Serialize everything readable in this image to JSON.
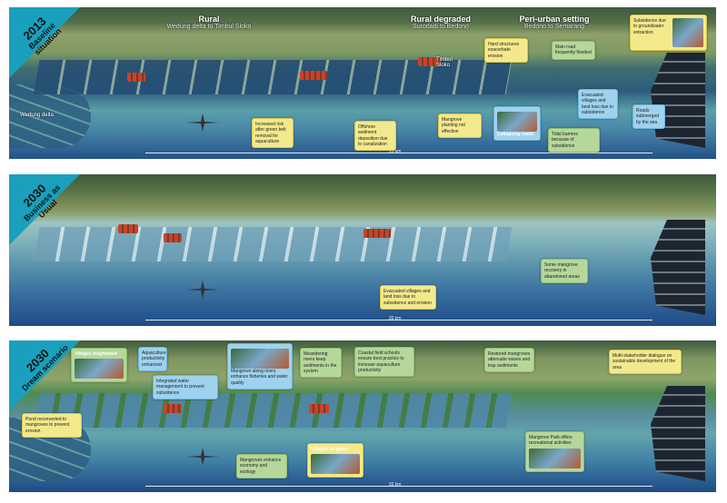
{
  "panels": [
    {
      "year": "2013",
      "scenario": "Baseline situation",
      "regions": [
        {
          "title": "Rural",
          "subtitle": "Wedung delta to Timbul Sloko"
        },
        {
          "title": "Rural degraded",
          "subtitle": "Surodadi to Bedono"
        },
        {
          "title": "Peri-urban setting",
          "subtitle": "Bedono to Semarang"
        }
      ],
      "place_labels": [
        "Wedung delta",
        "Timbul Sloko"
      ],
      "callouts": [
        "Increased risk after green belt removal for aquaculture",
        "Offshore sediment deposition due to canalization",
        "Hard structures exacerbate erosion",
        "Main road frequently flooded",
        "Subsidence due to groundwater extraction",
        "Mangrove planting not effective",
        "Collapsing roads",
        "Tidal barriers because of subsidence",
        "Evacuated villages and land loss due to subsidence",
        "Roads submerged by the sea"
      ],
      "scale": "20 km"
    },
    {
      "year": "2030",
      "scenario": "Business as Usual",
      "callouts": [
        "Evacuated villages and land loss due to subsidence and erosion",
        "Some mangrove recovery in abandoned areas"
      ],
      "scale": "20 km"
    },
    {
      "year": "2030",
      "scenario": "Dream scenario",
      "callouts": [
        "Villages heightened",
        "Aquaculture productivity enhanced",
        "Integrated water management to prevent subsidence",
        "Mangrove along rivers enhance fisheries and water quality",
        "Meandering rivers keep sediments in the system",
        "Coastal field schools ensure best practice to increase aquaculture productivity",
        "Restored mangroves attenuate waves and trap sediments",
        "Multi-stakeholder dialogue on sustainable development of the area",
        "Pond reconverted to mangroves to prevent erosion",
        "Mangroves enhance economy and ecology",
        "Villages on poles",
        "Mangrove Park offers recreational activities"
      ],
      "scale": "20 km"
    }
  ],
  "colors": {
    "corner": "#1aa0bd",
    "callout_yellow": "#f3e98c",
    "callout_green": "#b6d79a",
    "callout_blue": "#9fd2ee"
  },
  "icons": [
    "compass-rose-icon"
  ]
}
